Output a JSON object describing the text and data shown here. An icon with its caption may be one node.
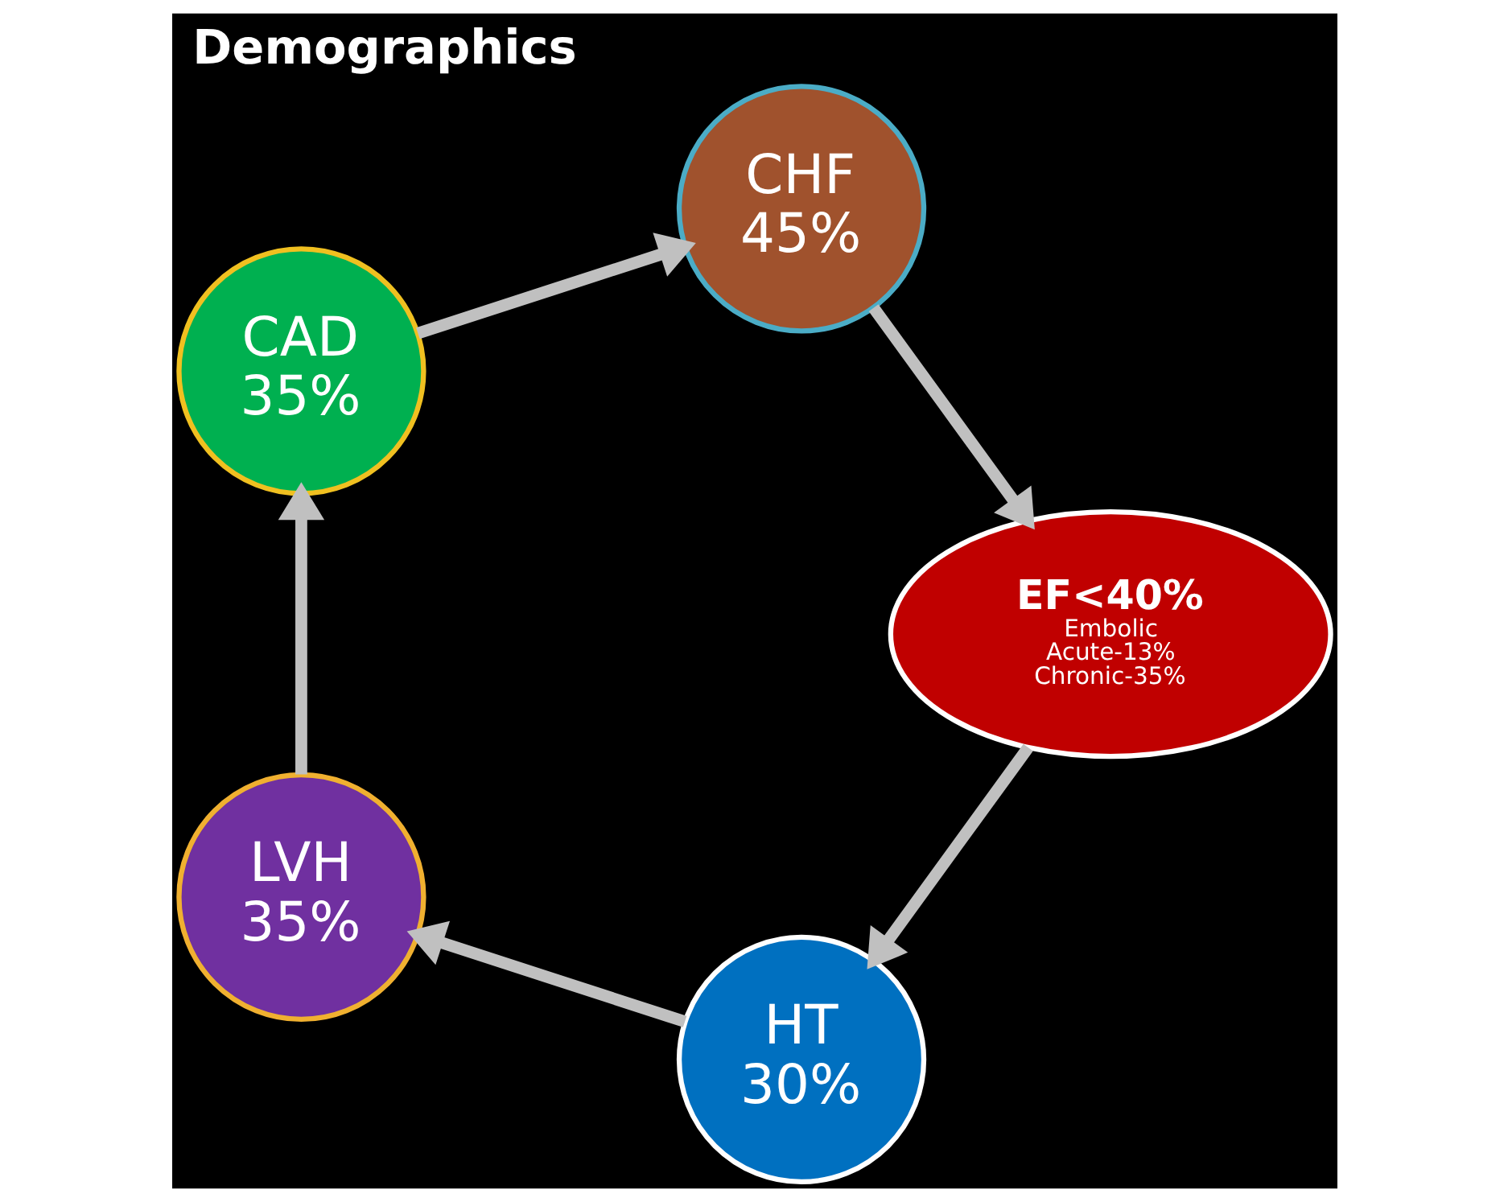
{
  "diagram": {
    "title": "Demographics",
    "nodes": [
      {
        "text": [
          "HT",
          "30%"
        ]
      },
      {
        "text": [
          "LVH",
          "35%"
        ]
      },
      {
        "text": [
          "CAD",
          "35%"
        ]
      },
      {
        "text": [
          "CHF",
          "45%"
        ]
      },
      {
        "text": [
          "EF<40%",
          "Embolic",
          "Acute-13%",
          "Chronic-35%"
        ]
      }
    ],
    "edges": [
      {
        "from": 0,
        "to": 1,
        "arrow": "to"
      },
      {
        "from": 1,
        "to": 2,
        "arrow": "to"
      },
      {
        "from": 2,
        "to": 3,
        "arrow": "to"
      },
      {
        "from": 3,
        "to": 4,
        "arrow": "to"
      },
      {
        "from": 4,
        "to": 0,
        "arrow": "to"
      }
    ]
  }
}
